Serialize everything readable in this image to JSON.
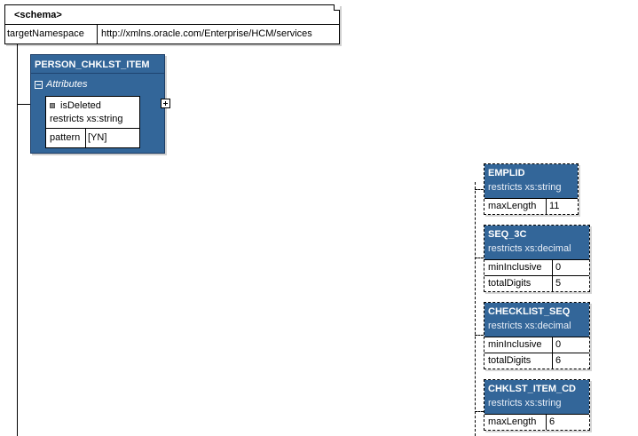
{
  "schema": {
    "title": "<schema>",
    "attributes": [
      {
        "key": "targetNamespace",
        "value": "http://xmlns.oracle.com/Enterprise/HCM/services"
      }
    ]
  },
  "element": {
    "name": "PERSON_CHKLST_ITEM",
    "attributes_label": "Attributes",
    "attribute": {
      "name": "isDeleted",
      "restriction": "restricts xs:string",
      "facets": [
        {
          "key": "pattern",
          "value": "[YN]"
        }
      ]
    }
  },
  "simple_types": [
    {
      "name": "EMPLID",
      "restriction": "restricts xs:string",
      "facets": [
        {
          "key": "maxLength",
          "value": "11"
        }
      ]
    },
    {
      "name": "SEQ_3C",
      "restriction": "restricts xs:decimal",
      "facets": [
        {
          "key": "minInclusive",
          "value": "0"
        },
        {
          "key": "totalDigits",
          "value": "5"
        }
      ]
    },
    {
      "name": "CHECKLIST_SEQ",
      "restriction": "restricts xs:decimal",
      "facets": [
        {
          "key": "minInclusive",
          "value": "0"
        },
        {
          "key": "totalDigits",
          "value": "6"
        }
      ]
    },
    {
      "name": "CHKLST_ITEM_CD",
      "restriction": "restricts xs:string",
      "facets": [
        {
          "key": "maxLength",
          "value": "6"
        }
      ]
    }
  ],
  "colors": {
    "element_fill": "#336699",
    "element_text": "#ffffff",
    "line": "#000000"
  }
}
